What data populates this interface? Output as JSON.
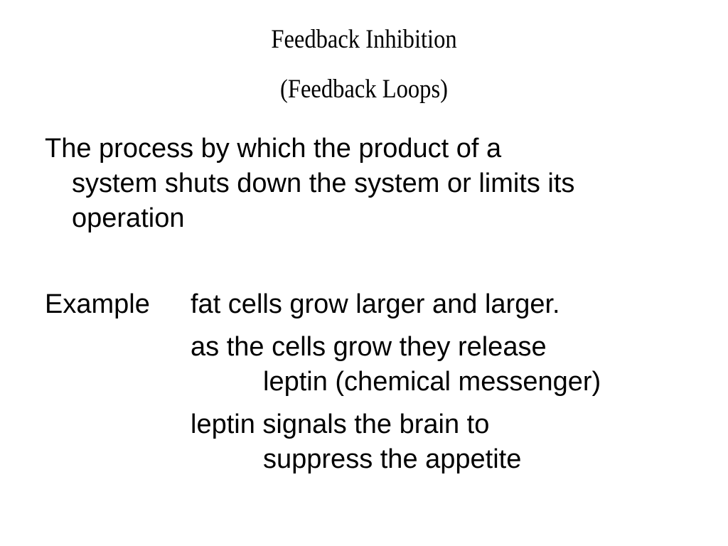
{
  "slide": {
    "title_line1": "Feedback Inhibition",
    "title_line2": "(Feedback Loops)",
    "definition": {
      "line1": "The process by which the product of a",
      "line2": "system shuts down the system or limits its",
      "line3": "operation"
    },
    "example": {
      "label": "Example",
      "item1": "fat cells grow larger and larger.",
      "item2_line1": "as the cells grow they release",
      "item2_line2": "leptin (chemical messenger)",
      "item3_line1": "leptin signals the brain to",
      "item3_line2": "suppress the appetite"
    }
  }
}
